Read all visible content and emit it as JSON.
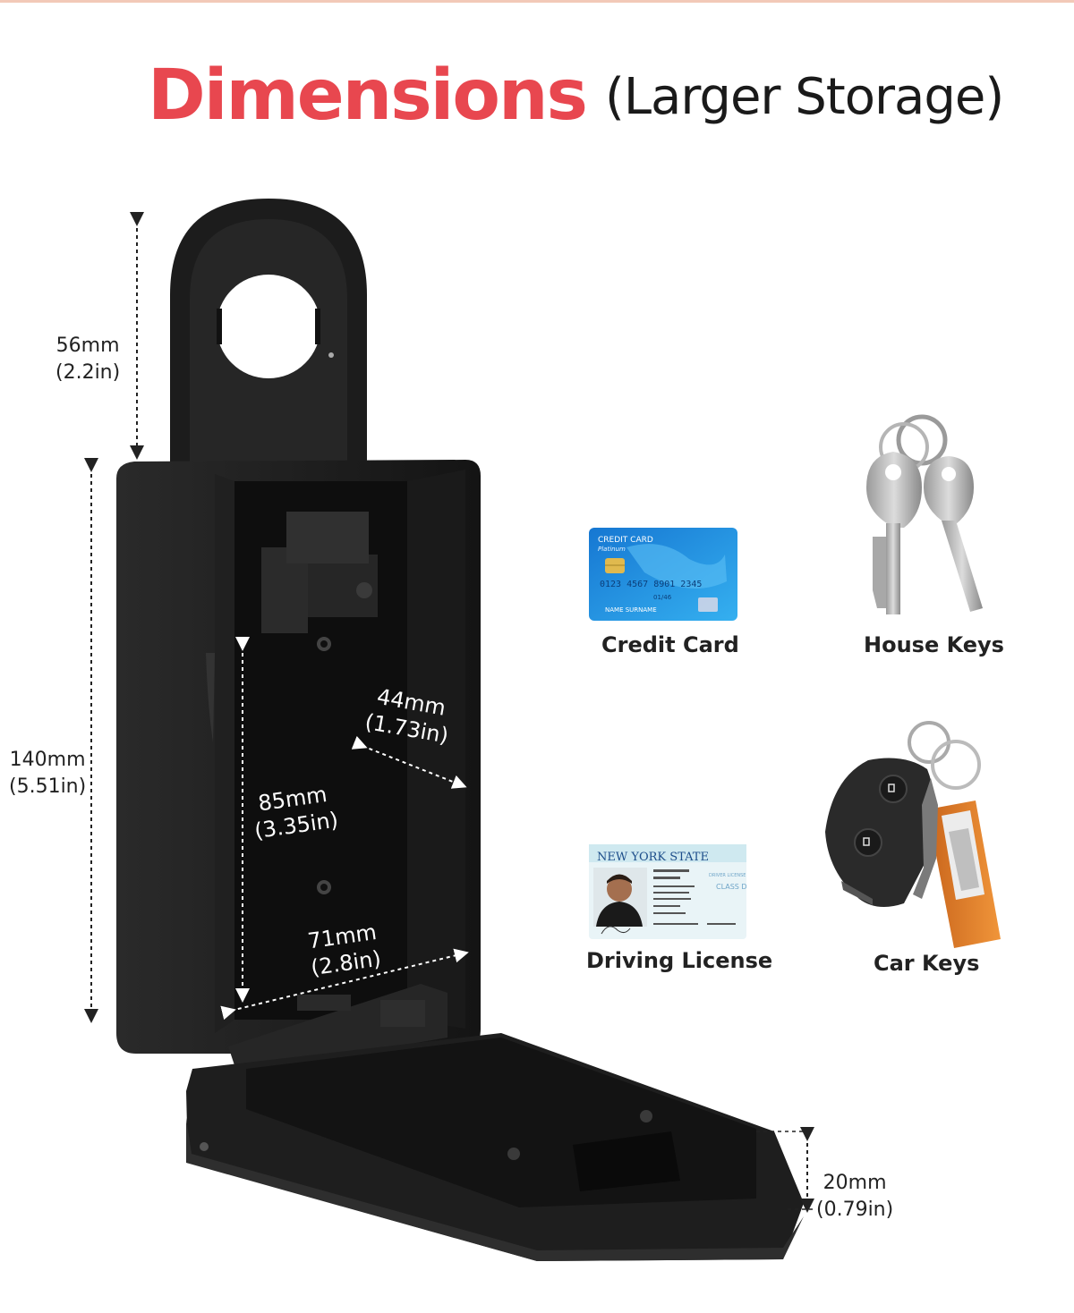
{
  "title": {
    "main": "Dimensions",
    "sub": "(Larger Storage)"
  },
  "dimensions": {
    "shackle_height": {
      "mm": "56mm",
      "in": "(2.2in)"
    },
    "body_height": {
      "mm": "140mm",
      "in": "(5.51in)"
    },
    "inner_height": {
      "mm": "85mm",
      "in": "(3.35in)"
    },
    "inner_depth": {
      "mm": "44mm",
      "in": "(1.73in)"
    },
    "inner_width": {
      "mm": "71mm",
      "in": "(2.8in)"
    },
    "lid_depth": {
      "mm": "20mm",
      "in": "(0.79in)"
    }
  },
  "items": [
    {
      "label": "Credit Card"
    },
    {
      "label": "House Keys"
    },
    {
      "label": "Driving License"
    },
    {
      "label": "Car Keys"
    }
  ],
  "credit_card": {
    "title": "CREDIT CARD",
    "tier": "Platinum",
    "number": "0123 4567 8901 2345",
    "valid": "01/46",
    "name": "NAME SURNAME"
  },
  "license": {
    "state": "NEW YORK STATE",
    "type": "DRIVER LICENSE",
    "class": "CLASS D"
  },
  "colors": {
    "accent": "#e8474f",
    "box": "#1e1e1e",
    "card_blue": "#1d8be0",
    "key_fob": "#e8802a"
  }
}
